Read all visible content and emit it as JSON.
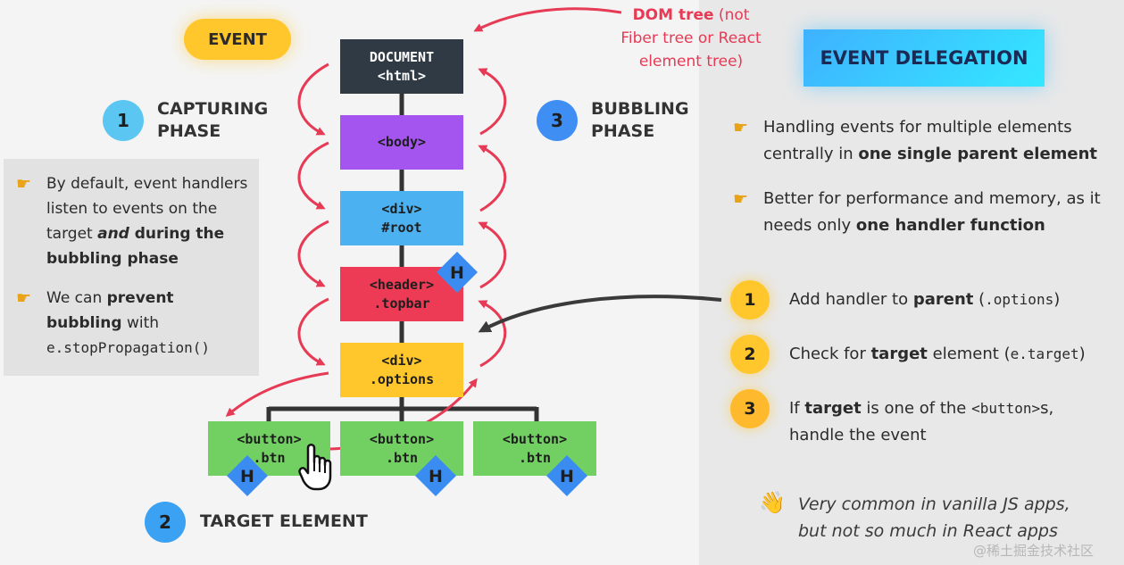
{
  "event_badge": "EVENT",
  "phases": {
    "capturing": {
      "number": "1",
      "title_line1": "CAPTURING",
      "title_line2": "PHASE"
    },
    "bubbling": {
      "number": "3",
      "title_line1": "BUBBLING",
      "title_line2": "PHASE"
    },
    "target": {
      "number": "2",
      "title": "TARGET ELEMENT"
    }
  },
  "dom_note": {
    "bold": "DOM tree",
    "rest_line1": " (not",
    "line2": "Fiber tree or React",
    "line3": "element tree)"
  },
  "tree": {
    "document": {
      "line1": "DOCUMENT",
      "line2": "<html>"
    },
    "body": {
      "line1": "<body>"
    },
    "root": {
      "line1": "<div>",
      "line2": "#root"
    },
    "header": {
      "line1": "<header>",
      "line2": ".topbar"
    },
    "options": {
      "line1": "<div>",
      "line2": ".options"
    },
    "buttons": [
      {
        "line1": "<button>",
        "line2": ".btn"
      },
      {
        "line1": "<button>",
        "line2": ".btn"
      },
      {
        "line1": "<button>",
        "line2": ".btn"
      }
    ],
    "handler_badge": "H"
  },
  "left_notes": {
    "note1": {
      "part1": "By default, event handlers listen to events on the target ",
      "italic": "and",
      "bold": " during the bubbling phase"
    },
    "note2": {
      "part1": "We can ",
      "bold1": "prevent",
      "bold2": "bubbling",
      "part2": " with",
      "code": "e.stopPropagation()"
    }
  },
  "delegation": {
    "title": "EVENT DELEGATION",
    "bullet1": {
      "part1": "Handling events for multiple elements centrally in ",
      "bold": "one single parent element"
    },
    "bullet2": {
      "part1": "Better for performance and memory, as it needs only ",
      "bold": "one handler function"
    },
    "steps": [
      {
        "number": "1",
        "part1": "Add handler to ",
        "bold": "parent",
        "part2": " (",
        "code": ".options",
        "part3": ")"
      },
      {
        "number": "2",
        "part1": "Check for ",
        "bold": "target",
        "part2": " element (",
        "code": "e.target",
        "part3": ")"
      },
      {
        "number": "3",
        "part1": "If ",
        "bold": "target",
        "part2": " is one of the ",
        "code": "<button>",
        "part3": "s,",
        "line2": "handle the event"
      }
    ],
    "closing_line1": "Very common in vanilla JS apps,",
    "closing_line2": "but not so much in React apps"
  },
  "watermark": "@稀土掘金技术社区",
  "colors": {
    "document": "#2f3a45",
    "body": "#a455f0",
    "root": "#4cb1f1",
    "header": "#ee3b55",
    "options": "#ffc72c",
    "button": "#72d063",
    "handler": "#3a8cf0",
    "arrow": "#e63a55",
    "capture_circle": "#5cc6f2",
    "bubble_circle": "#3f8ef3",
    "target_circle": "#3aa1f3"
  },
  "icons": {
    "hand_pointing": "backhand-index-pointing-right",
    "wave": "waving-hand",
    "cursor": "hand-cursor"
  }
}
